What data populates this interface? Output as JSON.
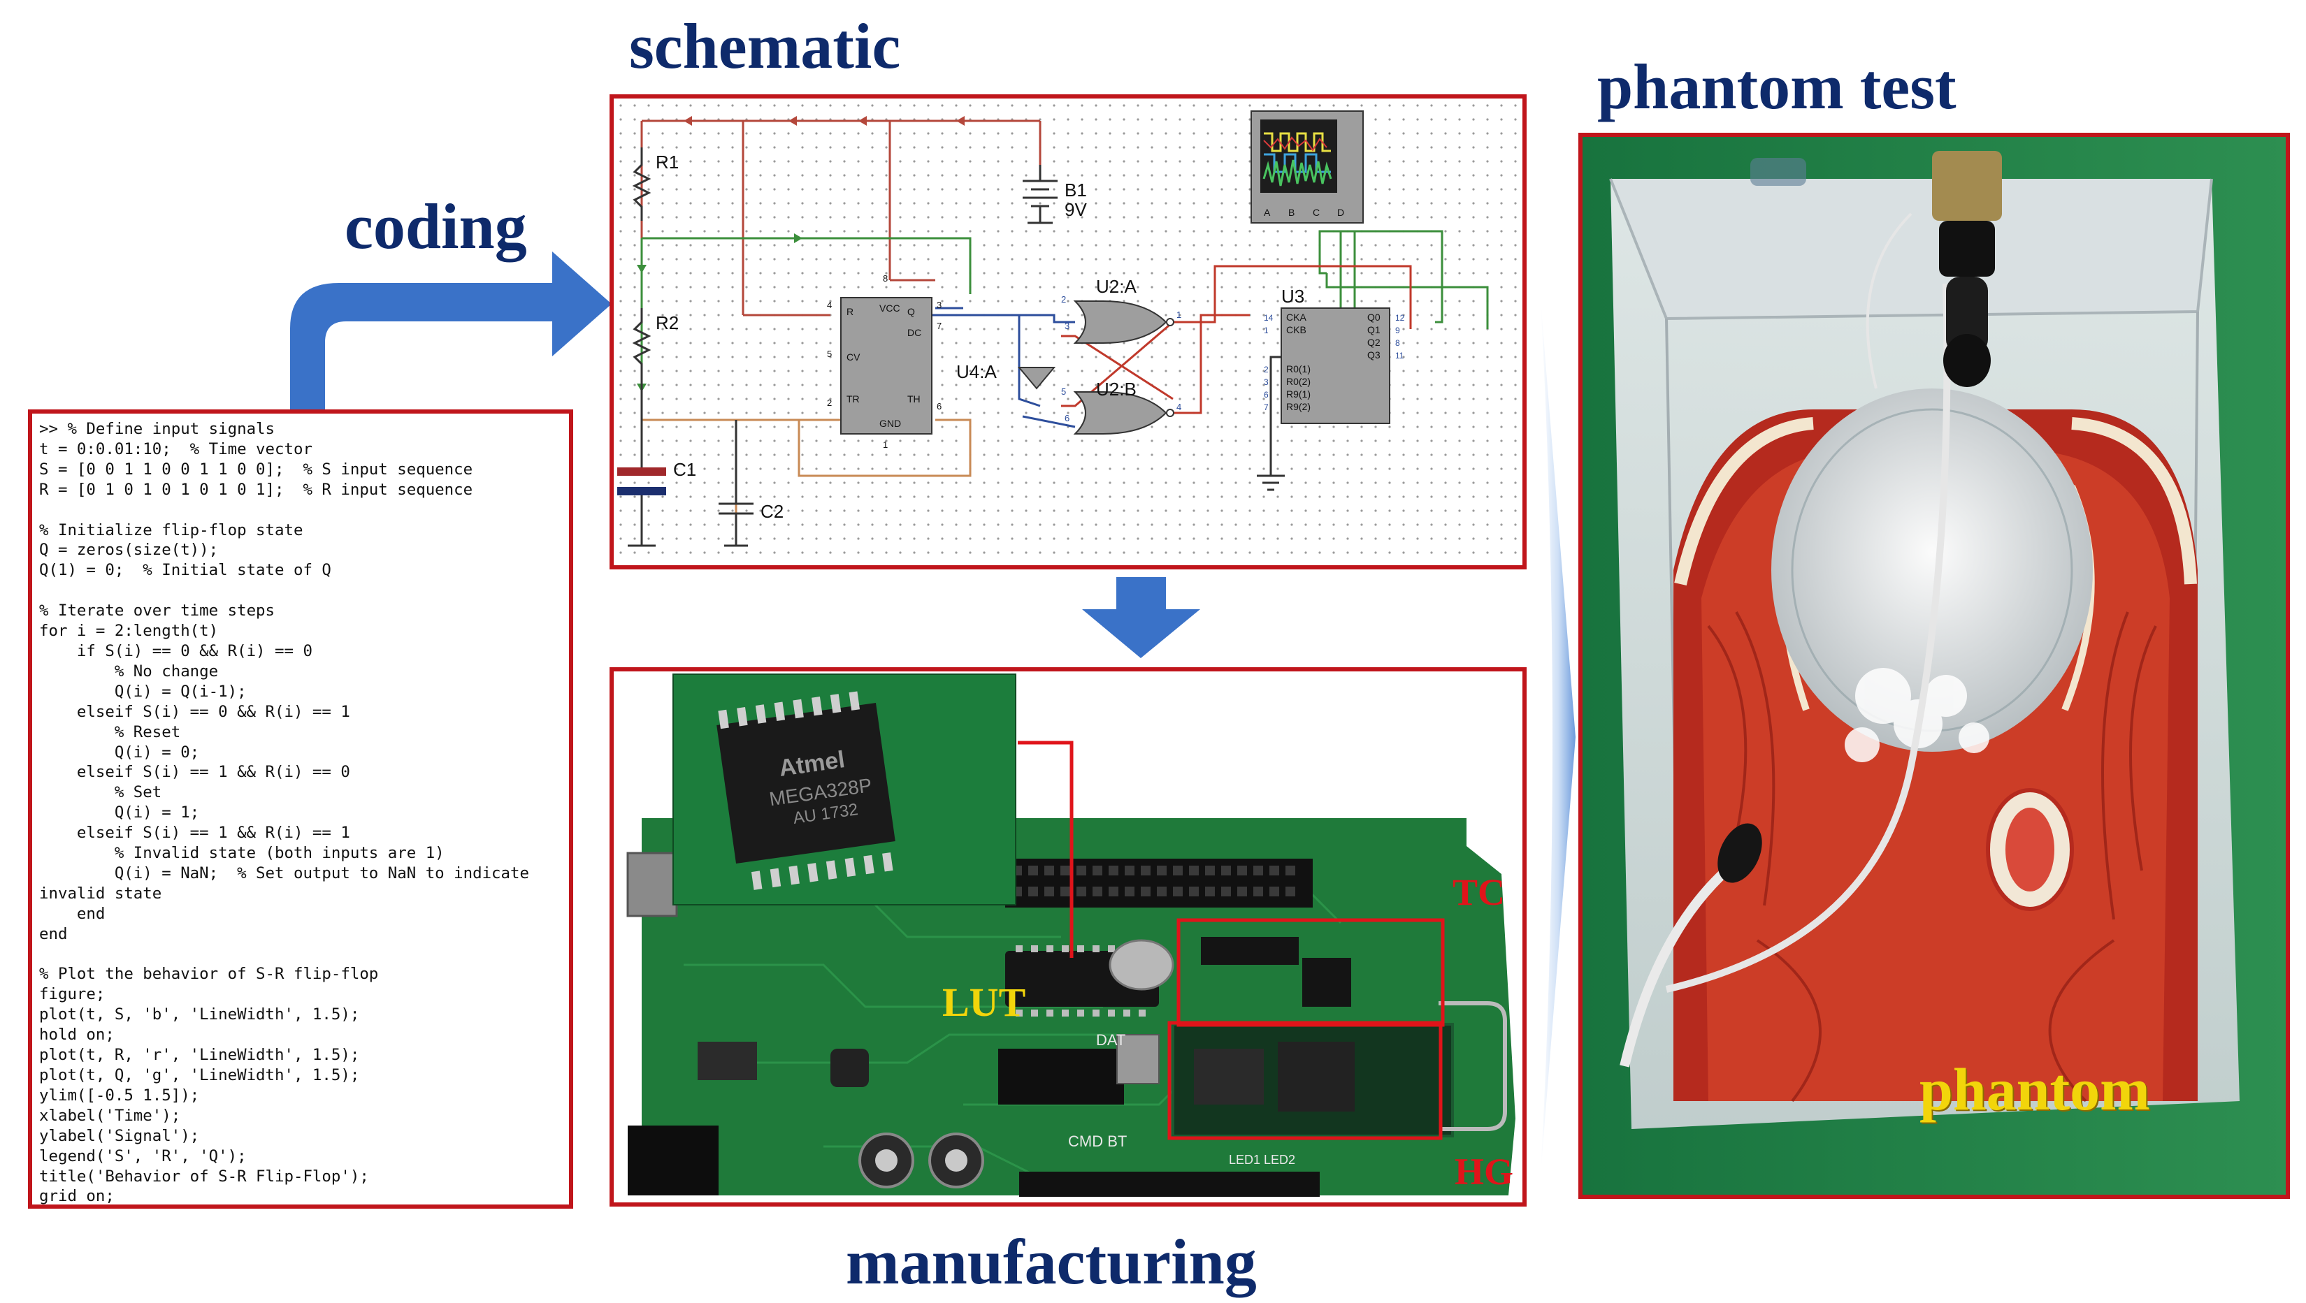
{
  "titles": {
    "schematic": "schematic",
    "coding": "coding",
    "phantom_test": "phantom test",
    "manufacturing": "manufacturing"
  },
  "code_lines": [
    ">> % Define input signals",
    "t = 0:0.01:10;  % Time vector",
    "S = [0 0 1 1 0 0 1 1 0 0];  % S input sequence",
    "R = [0 1 0 1 0 1 0 1 0 1];  % R input sequence",
    "",
    "% Initialize flip-flop state",
    "Q = zeros(size(t));",
    "Q(1) = 0;  % Initial state of Q",
    "",
    "% Iterate over time steps",
    "for i = 2:length(t)",
    "    if S(i) == 0 && R(i) == 0",
    "        % No change",
    "        Q(i) = Q(i-1);",
    "    elseif S(i) == 0 && R(i) == 1",
    "        % Reset",
    "        Q(i) = 0;",
    "    elseif S(i) == 1 && R(i) == 0",
    "        % Set",
    "        Q(i) = 1;",
    "    elseif S(i) == 1 && R(i) == 1",
    "        % Invalid state (both inputs are 1)",
    "        Q(i) = NaN;  % Set output to NaN to indicate",
    "invalid state",
    "    end",
    "end",
    "",
    "% Plot the behavior of S-R flip-flop",
    "figure;",
    "plot(t, S, 'b', 'LineWidth', 1.5);",
    "hold on;",
    "plot(t, R, 'r', 'LineWidth', 1.5);",
    "plot(t, Q, 'g', 'LineWidth', 1.5);",
    "ylim([-0.5 1.5]);",
    "xlabel('Time');",
    "ylabel('Signal');",
    "legend('S', 'R', 'Q');",
    "title('Behavior of S-R Flip-Flop');",
    "grid on;"
  ],
  "schematic": {
    "r1": "R1",
    "r2": "R2",
    "c1": "C1",
    "c2": "C2",
    "b1": "B1",
    "b1v": "9V",
    "u2a": "U2:A",
    "u2b": "U2:B",
    "u4a": "U4:A",
    "u3": "U3",
    "p555": [
      "R",
      "VCC",
      "Q",
      "DC",
      "CV",
      "TR",
      "GND",
      "TH"
    ],
    "pin_nums": [
      "4",
      "8",
      "3",
      "7",
      "5",
      "2",
      "1",
      "6"
    ],
    "u3_left": [
      "CKA",
      "CKB",
      "R0(1)",
      "R0(2)",
      "R9(1)",
      "R9(2)"
    ],
    "u3_right": [
      "Q0",
      "Q1",
      "Q2",
      "Q3"
    ],
    "u3_pins_left": [
      "14",
      "1",
      "2",
      "3",
      "6",
      "7"
    ],
    "u3_pins_right": [
      "12",
      "9",
      "8",
      "11"
    ],
    "gate_pins": [
      "1",
      "2",
      "3",
      "4",
      "5",
      "6"
    ],
    "scope_pins": [
      "A",
      "B",
      "C",
      "D"
    ]
  },
  "board": {
    "lut": "LUT",
    "tc": "TC",
    "hg": "HG",
    "chip_brand": "Atmel",
    "chip_model": "MEGA328P",
    "chip_sub": "AU 1732",
    "silk_dat": "DAT",
    "silk_cmd": "CMD BT",
    "silk_led": "LED1   LED2"
  },
  "phantom_label": "phantom",
  "colors": {
    "frame_red": "#c0151b",
    "title_navy": "#0e2a6b",
    "arrow_blue": "#3a72c8",
    "label_yellow": "#f2d50b",
    "label_red": "#e0141a",
    "pcb_green": "#1f7a3a"
  }
}
